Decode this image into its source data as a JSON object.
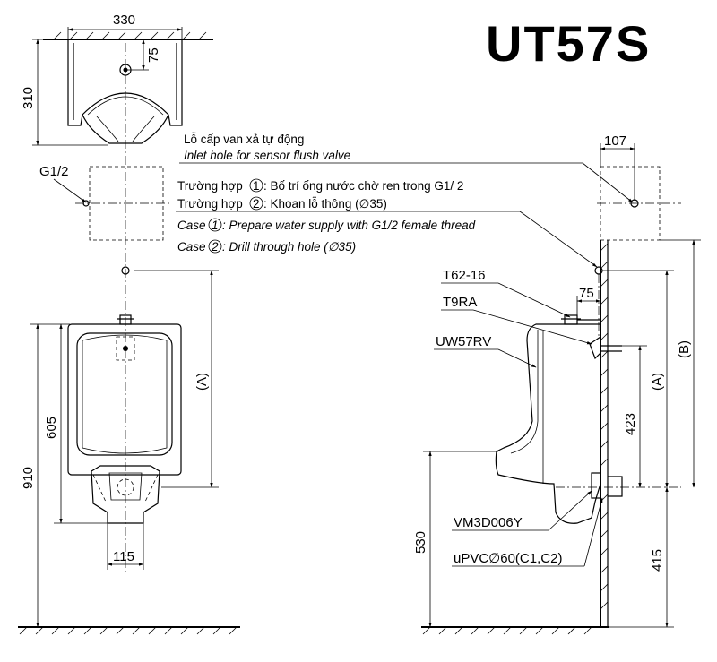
{
  "model": "UT57S",
  "top_view": {
    "width": "330",
    "height": "310",
    "inlet_offset": "75"
  },
  "inlet_note": {
    "vi": "Lỗ cấp van xả tự động",
    "en": "Inlet hole for sensor flush valve"
  },
  "supply_cases": {
    "g12": "G1/2",
    "case1_vi_pre": "Trường hợp ",
    "case1_vi_post": ": Bố trí ống nước chờ ren trong G1/ 2",
    "case2_vi_pre": "Trường hợp ",
    "case2_vi_post": ": Khoan lỗ thông (∅35)",
    "case1_en_pre": "Case ",
    "case1_en_post": ": Prepare water supply with G1/2 female thread",
    "case2_en_pre": "Case ",
    "case2_en_post": ": Drill through hole (∅35)",
    "num1": "1",
    "num2": "2"
  },
  "front_view": {
    "dim_605": "605",
    "dim_910": "910",
    "dim_115": "115",
    "dim_A": "(A)"
  },
  "side_view": {
    "dim_107": "107",
    "dim_75": "75",
    "dim_423": "423",
    "dim_530": "530",
    "dim_415": "415",
    "dim_A": "(A)",
    "dim_B": "(B)",
    "parts": {
      "t62": "T62-16",
      "t9ra": "T9RA",
      "uw57rv": "UW57RV",
      "vm3d": "VM3D006Y",
      "upvc": "uPVC∅60(C1,C2)"
    }
  }
}
